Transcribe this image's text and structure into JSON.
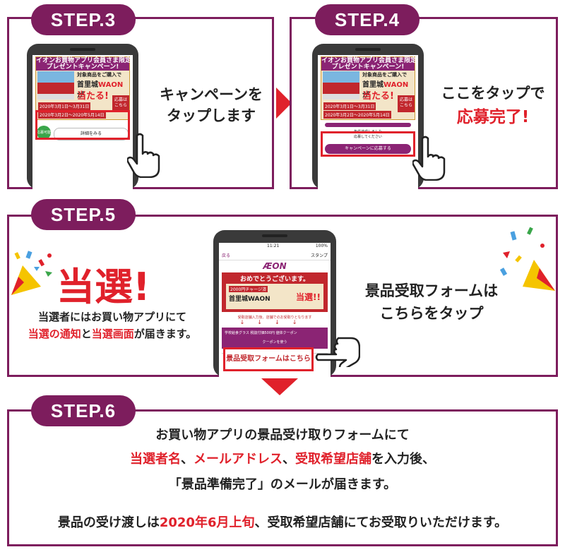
{
  "colors": {
    "frame": "#7d1d5d",
    "accent": "#e0212b",
    "phone": "#3a3a3a"
  },
  "step3": {
    "tag": "STEP.3",
    "line1": "キャンペーンを",
    "line2": "タップします",
    "banner_top": "イオンお買物アプリ会員さま限定\nプレゼントキャンペーン!",
    "banner_lead": "対象商品をご購入で",
    "banner_place": "首里城",
    "banner_waon": "WAON",
    "banner_ga": "が",
    "banner_win": "当たる!",
    "banner_date1": "2020年3月1日〜3月31日",
    "banner_date2": "2020年3月2日〜2020年5月14日",
    "apply_badge": "応募は\nこちら",
    "apply_avail": "応募可能",
    "detail_btn": "詳細をみる"
  },
  "step4": {
    "tag": "STEP.4",
    "line1": "ここをタップで",
    "line2": "応募完了!",
    "apply_note": "条件達成しました\n応募してください",
    "apply_btn": "キャンペーンに応募する"
  },
  "step5": {
    "tag": "STEP.5",
    "win_title": "当選!",
    "desc_line1": "当選者にはお買い物アプリにて",
    "desc_r1": "当選の通知",
    "desc_mid": "と",
    "desc_r2": "当選画面",
    "desc_end": "が届きます。",
    "right_line1": "景品受取フォームは",
    "right_line2": "こちらをタップ",
    "status_time": "11:21",
    "status_batt": "100%",
    "status_back": "戻る",
    "status_stamp": "スタンプ",
    "aeon_logo": "ÆON",
    "congrats": "おめでとうございます。",
    "prize_sub": "2000円チャージ済",
    "prize_name": "首里城WAON",
    "prize_win": "当選!!",
    "store_note": "受取店舗入力後、店舗でのお受取りとなります",
    "coupon_text": "学校給食グラス 税抜付価500円 値体クーポン",
    "coupon_btn": "クーポンを使う",
    "form_link": "景品受取フォームはこちら"
  },
  "step6": {
    "tag": "STEP.6",
    "line1": "お買い物アプリの景品受け取りフォームにて",
    "r1": "当選者名",
    "sep1": "、",
    "r2": "メールアドレス",
    "sep2": "、",
    "r3": "受取希望店舗",
    "line2_end": "を入力後、",
    "line3": "「景品準備完了」のメールが届きます。",
    "line4_a": "景品の受け渡しは",
    "line4_r": "2020年6月上旬",
    "line4_b": "、受取希望店舗にてお受取りいただけます。"
  }
}
